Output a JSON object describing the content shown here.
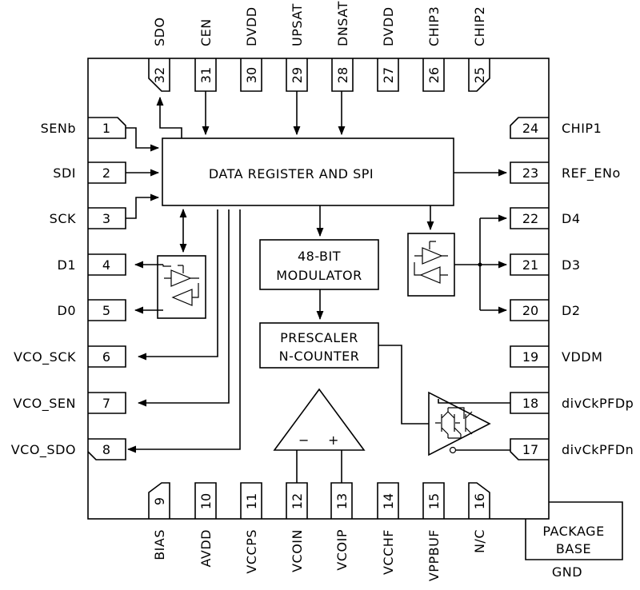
{
  "diagram": {
    "blocks": {
      "data_register": "DATA REGISTER AND SPI",
      "modulator_line1": "48-BIT",
      "modulator_line2": "MODULATOR",
      "prescaler_line1": "PRESCALER",
      "prescaler_line2": "N-COUNTER",
      "opamp_minus": "−",
      "opamp_plus": "+",
      "package_line1": "PACKAGE",
      "package_line2": "BASE",
      "package_gnd": "GND"
    },
    "pins": {
      "left": [
        {
          "num": "1",
          "label": "SENb"
        },
        {
          "num": "2",
          "label": "SDI"
        },
        {
          "num": "3",
          "label": "SCK"
        },
        {
          "num": "4",
          "label": "D1"
        },
        {
          "num": "5",
          "label": "D0"
        },
        {
          "num": "6",
          "label": "VCO_SCK"
        },
        {
          "num": "7",
          "label": "VCO_SEN"
        },
        {
          "num": "8",
          "label": "VCO_SDO"
        }
      ],
      "bottom": [
        {
          "num": "9",
          "label": "BIAS"
        },
        {
          "num": "10",
          "label": "AVDD"
        },
        {
          "num": "11",
          "label": "VCCPS"
        },
        {
          "num": "12",
          "label": "VCOIN"
        },
        {
          "num": "13",
          "label": "VCOIP"
        },
        {
          "num": "14",
          "label": "VCCHF"
        },
        {
          "num": "15",
          "label": "VPPBUF"
        },
        {
          "num": "16",
          "label": "N/C"
        }
      ],
      "right": [
        {
          "num": "17",
          "label": "divCkPFDn"
        },
        {
          "num": "18",
          "label": "divCkPFDp"
        },
        {
          "num": "19",
          "label": "VDDM"
        },
        {
          "num": "20",
          "label": "D2"
        },
        {
          "num": "21",
          "label": "D3"
        },
        {
          "num": "22",
          "label": "D4"
        },
        {
          "num": "23",
          "label": "REF_ENo"
        },
        {
          "num": "24",
          "label": "CHIP1"
        }
      ],
      "top": [
        {
          "num": "25",
          "label": "CHIP2"
        },
        {
          "num": "26",
          "label": "CHIP3"
        },
        {
          "num": "27",
          "label": "DVDD"
        },
        {
          "num": "28",
          "label": "DNSAT"
        },
        {
          "num": "29",
          "label": "UPSAT"
        },
        {
          "num": "30",
          "label": "DVDD"
        },
        {
          "num": "31",
          "label": "CEN"
        },
        {
          "num": "32",
          "label": "SDO"
        }
      ]
    }
  }
}
